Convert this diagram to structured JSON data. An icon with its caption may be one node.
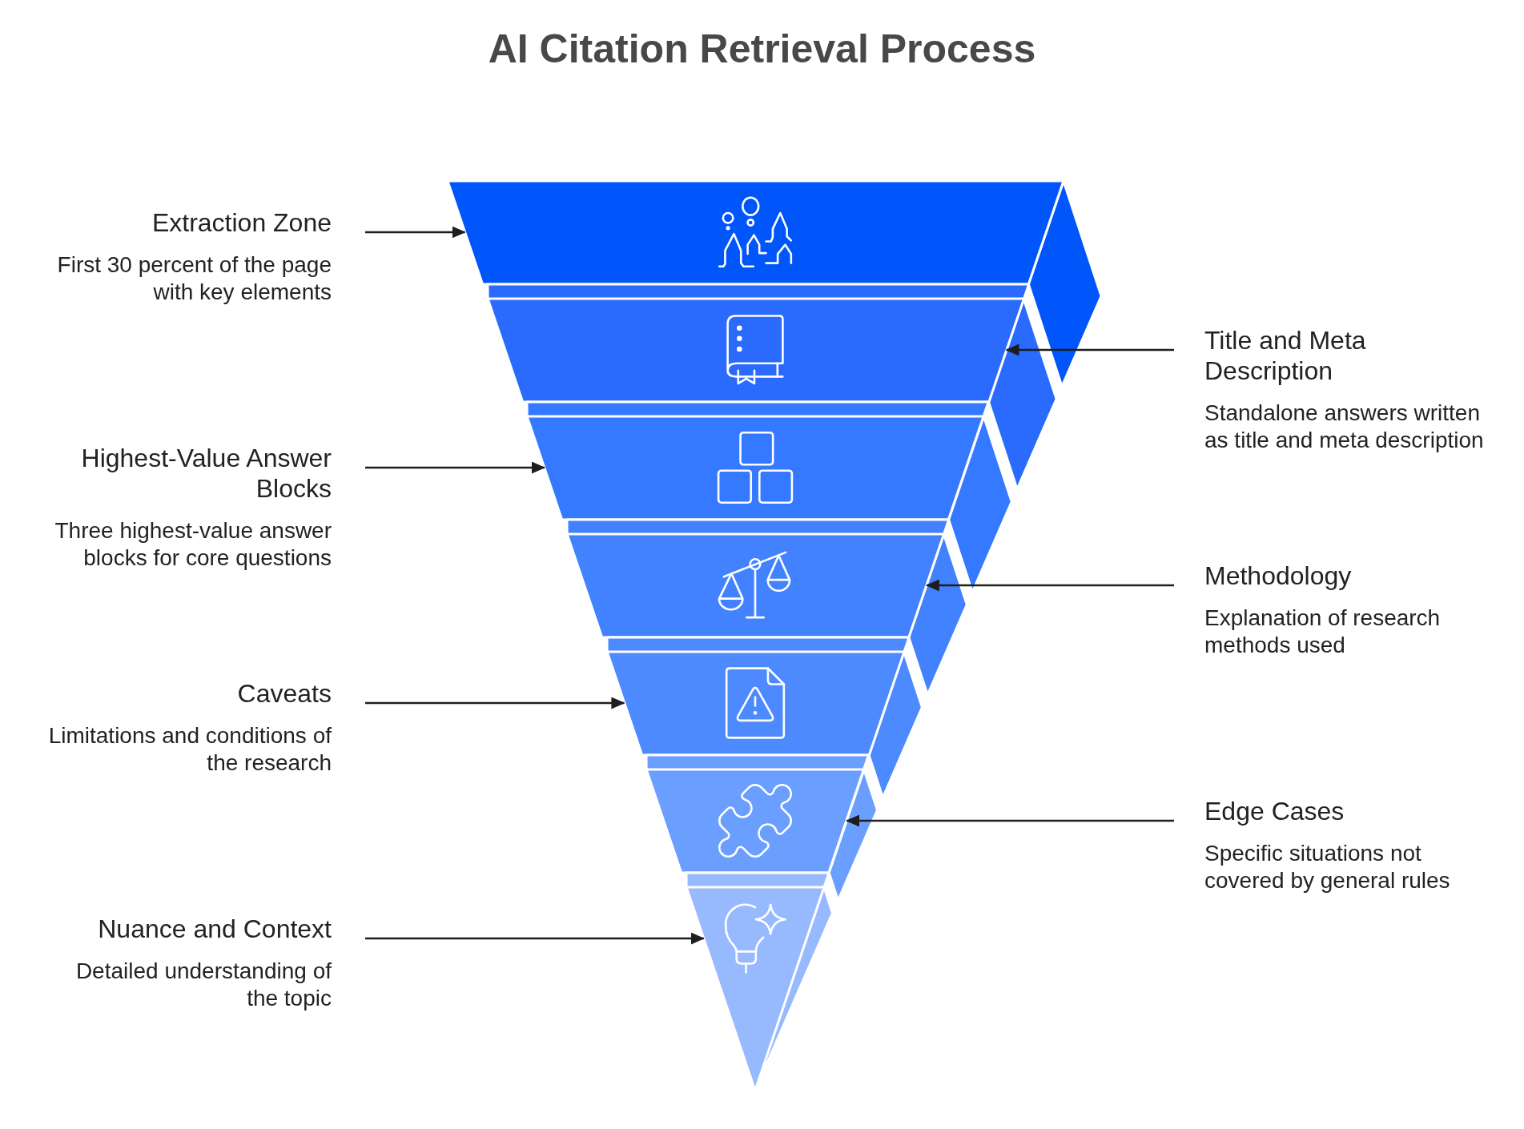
{
  "diagram": {
    "title": "AI Citation Retrieval Process",
    "nodes": [
      {
        "text": [],
        "shape": "trapezoid"
      },
      {
        "text": [],
        "shape": "trapezoid"
      },
      {
        "text": [],
        "shape": "trapezoid"
      },
      {
        "text": [],
        "shape": "trapezoid"
      },
      {
        "text": [],
        "shape": "trapezoid"
      },
      {
        "text": [],
        "shape": "trapezoid"
      },
      {
        "text": [],
        "shape": "triangle"
      },
      {
        "text": [
          "Extraction Zone",
          "First 30 percent of the page with key elements"
        ]
      },
      {
        "text": [
          "Title and Meta Description",
          "Standalone answers written as title and meta description"
        ]
      },
      {
        "text": [
          "Highest-Value Answer Blocks",
          "Three highest-value answer blocks for core questions"
        ]
      },
      {
        "text": [
          "Methodology",
          "Explanation of research methods used"
        ]
      },
      {
        "text": [
          "Caveats",
          "Limitations and conditions of the research"
        ]
      },
      {
        "text": [
          "Edge Cases",
          "Specific situations not covered by general rules"
        ]
      },
      {
        "text": [
          "Nuance and Context",
          "Detailed understanding of the topic"
        ]
      }
    ],
    "edges": [
      {
        "from": 7,
        "to": 0,
        "arrow": "to"
      },
      {
        "from": 8,
        "to": 1,
        "arrow": "to"
      },
      {
        "from": 9,
        "to": 2,
        "arrow": "to"
      },
      {
        "from": 10,
        "to": 3,
        "arrow": "to"
      },
      {
        "from": 11,
        "to": 4,
        "arrow": "to"
      },
      {
        "from": 12,
        "to": 5,
        "arrow": "to"
      },
      {
        "from": 13,
        "to": 6,
        "arrow": "to"
      }
    ]
  }
}
